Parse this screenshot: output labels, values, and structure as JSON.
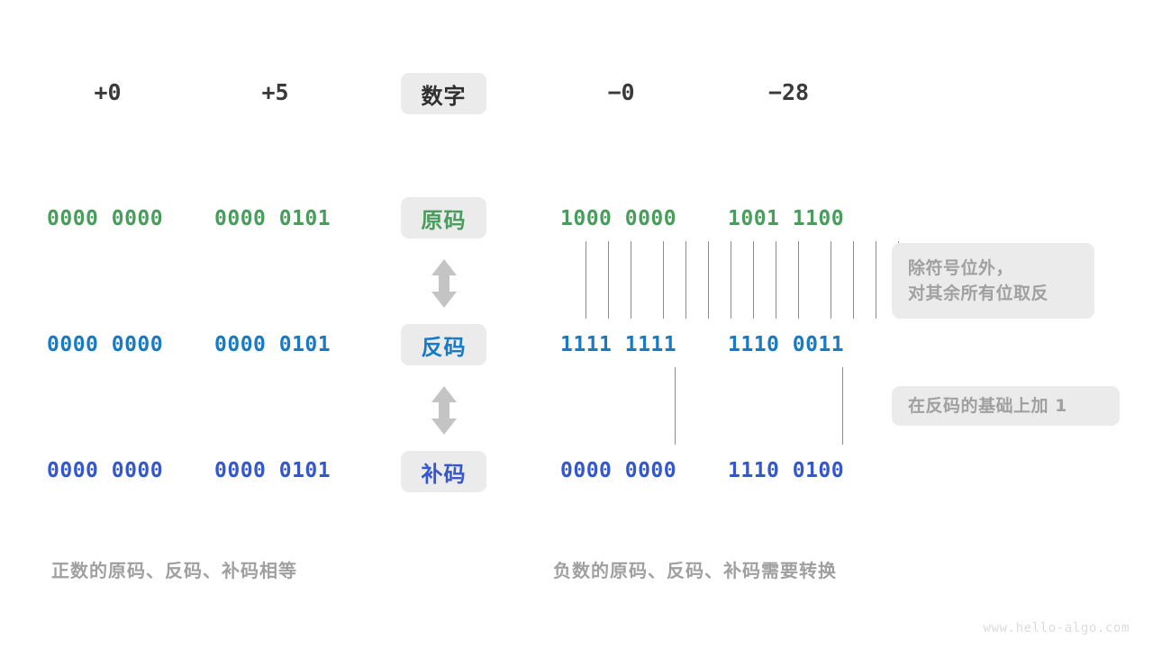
{
  "diagram": {
    "title_row": {
      "label": "数字",
      "values": [
        "+0",
        "+5",
        "−0",
        "−28"
      ]
    },
    "rows": [
      {
        "label": "原码",
        "label_color": "#4a9c5d",
        "values": [
          "0000 0000",
          "0000 0101",
          "1000 0000",
          "1001 1100"
        ]
      },
      {
        "label": "反码",
        "label_color": "#1879c4",
        "values": [
          "0000 0000",
          "0000 0101",
          "1111 1111",
          "1110 0011"
        ]
      },
      {
        "label": "补码",
        "label_color": "#3657cc",
        "values": [
          "0000 0000",
          "0000 0101",
          "0000 0000",
          "1110 0100"
        ]
      }
    ],
    "annotations": [
      {
        "lines": [
          "除符号位外，",
          "对其余所有位取反"
        ]
      },
      {
        "lines": [
          "在反码的基础上加 1"
        ]
      }
    ],
    "captions": {
      "left": "正数的原码、反码、补码相等",
      "right": "负数的原码、反码、补码需要转换"
    },
    "watermark": "www.hello-algo.com",
    "colors": {
      "original_code": "#4a9c5d",
      "ones_complement": "#1879c4",
      "twos_complement": "#3657cc",
      "pill_background": "#ebebeb",
      "muted_text": "#a0a0a0",
      "connector_line": "#8c8c8c",
      "arrow": "#c4c4c4"
    }
  }
}
